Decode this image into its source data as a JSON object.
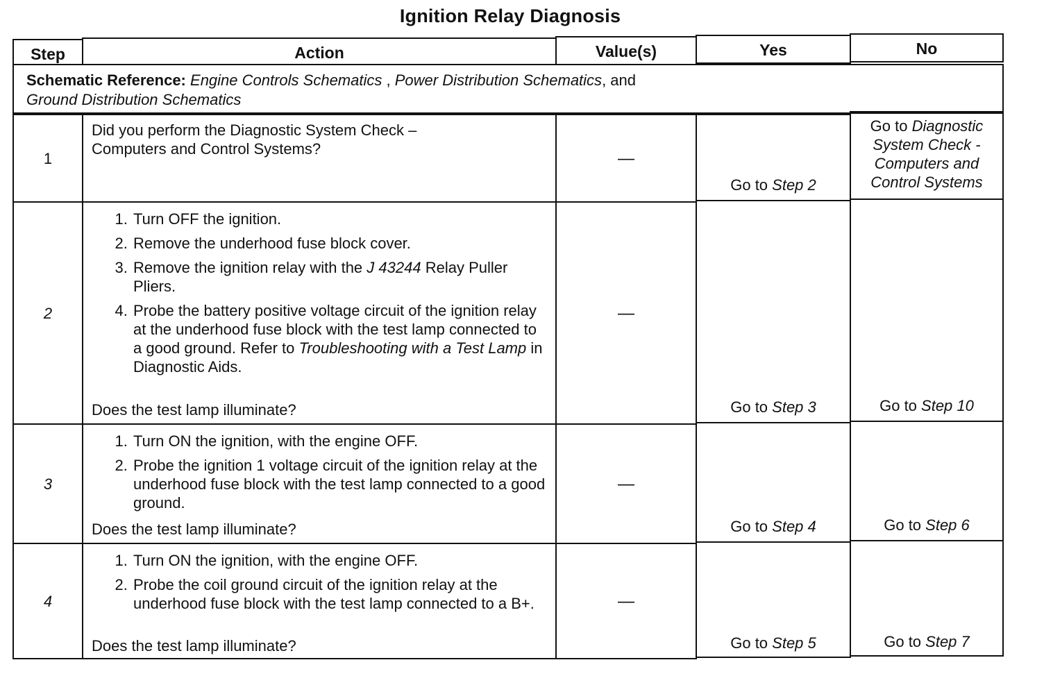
{
  "title": "Ignition Relay Diagnosis",
  "headers": {
    "step": "Step",
    "action": "Action",
    "values": "Value(s)",
    "yes": "Yes",
    "no": "No"
  },
  "schematic": {
    "label": "Schematic Reference:",
    "ref1": "Engine Controls Schematics",
    "sep1": " , ",
    "ref2": "Power Distribution Schematics",
    "sep2": ", and",
    "ref3": "Ground Distribution Schematics"
  },
  "rows": [
    {
      "step": "1",
      "action_text": "Did you perform the Diagnostic System Check – Computers and Control Systems?",
      "value": "—",
      "yes_prefix": "Go to ",
      "yes_step": "Step 2",
      "no_prefix": "Go to ",
      "no_target": "Diagnostic System Check - Computers and Control Systems"
    },
    {
      "step": "2",
      "items": [
        "Turn OFF the ignition.",
        "Remove the underhood fuse block cover."
      ],
      "item3_a": "Remove the ignition relay with the ",
      "item3_tool": "J 43244",
      "item3_b": " Relay Puller Pliers.",
      "item4_a": "Probe the battery positive voltage circuit of the ignition relay at the underhood fuse block with the test lamp connected to a good ground. Refer to ",
      "item4_ref": "Troubleshooting with a Test Lamp",
      "item4_b": " in Diagnostic Aids.",
      "question": "Does the test lamp illuminate?",
      "value": "—",
      "yes_prefix": "Go to ",
      "yes_step": "Step 3",
      "no_prefix": "Go to ",
      "no_step": "Step 10"
    },
    {
      "step": "3",
      "items": [
        "Turn ON the ignition, with the engine OFF.",
        "Probe the ignition 1 voltage circuit of the ignition relay at the underhood fuse block with the test lamp connected to a good ground."
      ],
      "question": "Does the test lamp illuminate?",
      "value": "—",
      "yes_prefix": "Go to ",
      "yes_step": "Step 4",
      "no_prefix": "Go to ",
      "no_step": "Step 6"
    },
    {
      "step": "4",
      "items": [
        "Turn ON the ignition, with the engine OFF.",
        "Probe the coil ground circuit of the ignition relay at the underhood fuse block with the test lamp connected to a B+."
      ],
      "question": "Does the test lamp illuminate?",
      "value": "—",
      "yes_prefix": "Go to ",
      "yes_step": "Step 5",
      "no_prefix": "Go to ",
      "no_step": "Step 7"
    }
  ]
}
